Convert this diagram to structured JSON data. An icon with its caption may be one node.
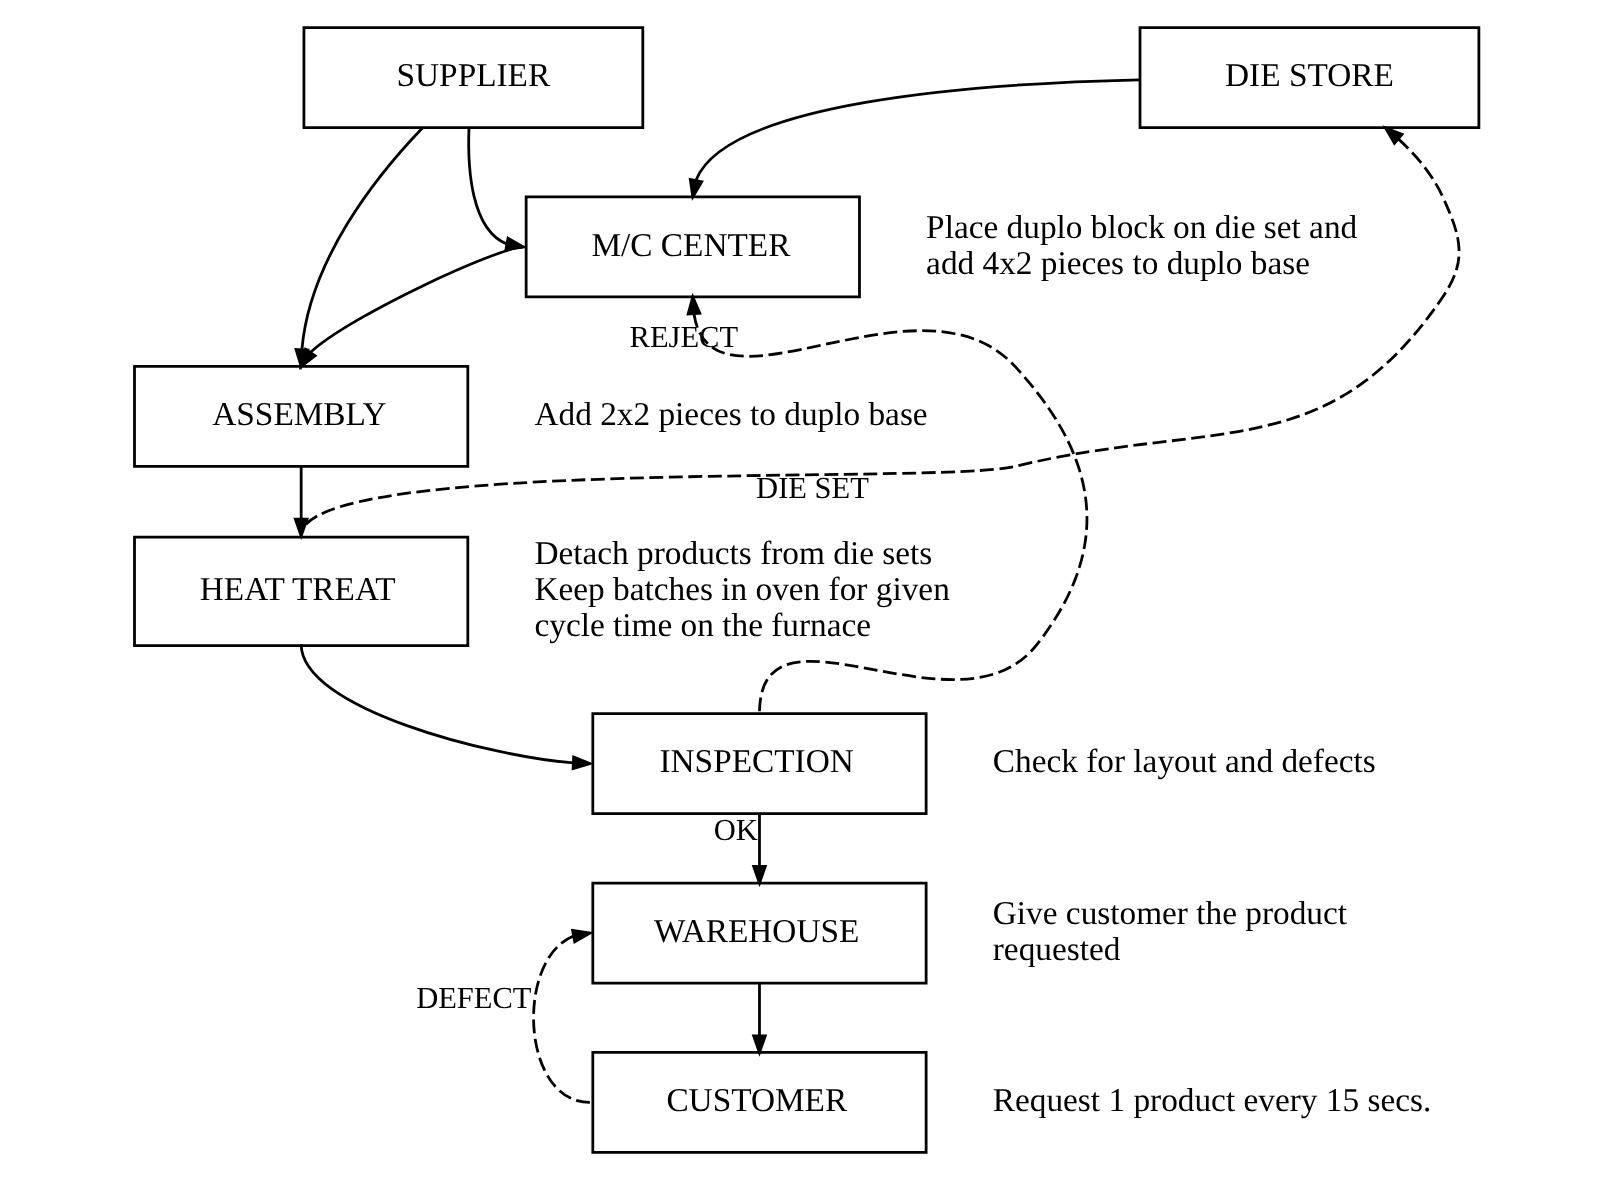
{
  "diagram": {
    "nodes": [
      {
        "text": [
          "DIE STORE"
        ]
      },
      {
        "text": [
          "M/C CENTER"
        ],
        "beside": [
          "Place duplo block on die set and add 4x2 pieces to duplo base"
        ]
      },
      {
        "text": [
          "SUPPLIER"
        ]
      },
      {
        "text": [
          "ASSEMBLY"
        ],
        "beside": [
          "Add 2x2 pieces to duplo base"
        ]
      },
      {
        "text": [
          "HEAT TREAT"
        ],
        "beside": [
          "Detach products from die sets",
          "Keep batches in oven for given cycle time on the furnace"
        ]
      },
      {
        "text": [
          "INSPECTION"
        ],
        "beside": [
          "Check for layout and defects"
        ]
      },
      {
        "text": [
          "WAREHOUSE"
        ],
        "beside": [
          "Give customer the product requested"
        ]
      },
      {
        "text": [
          "CUSTOMER"
        ],
        "beside": [
          "Request 1 product every 15 secs."
        ]
      }
    ],
    "edges": [
      {
        "from": 0,
        "to": 1,
        "arrow": "to"
      },
      {
        "from": 2,
        "to": 1,
        "arrow": "to"
      },
      {
        "from": 2,
        "to": 3,
        "arrow": "to"
      },
      {
        "from": 1,
        "to": 3,
        "arrow": "to"
      },
      {
        "from": 3,
        "to": 4,
        "arrow": "to"
      },
      {
        "from": 4,
        "to": 5,
        "arrow": "to"
      },
      {
        "from": 5,
        "to": 6,
        "label": "OK",
        "arrow": "to"
      },
      {
        "from": 6,
        "to": 7,
        "arrow": "to"
      },
      {
        "from": 4,
        "to": 0,
        "label": "DIE SET",
        "arrow": "to",
        "style": "dashed"
      },
      {
        "from": 5,
        "to": 1,
        "label": "REJECT",
        "arrow": "to",
        "style": "dashed"
      },
      {
        "from": 7,
        "to": 6,
        "label": "DEFECT",
        "arrow": "to",
        "style": "dashed"
      }
    ]
  }
}
